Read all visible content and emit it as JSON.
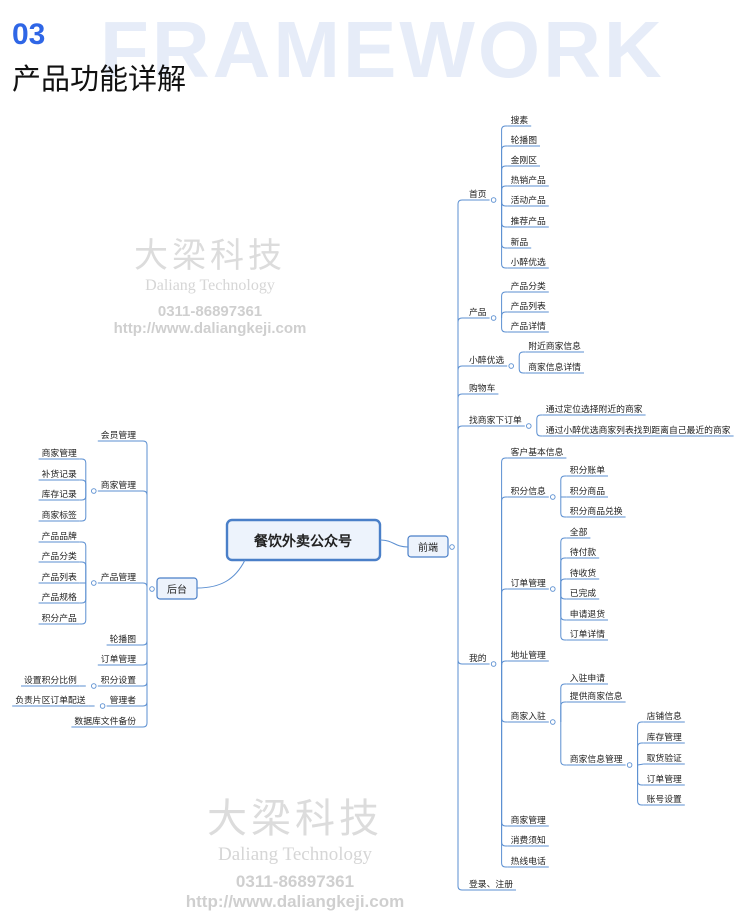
{
  "section": {
    "number": "03",
    "bg_word": "FRAMEWORK",
    "title": "产品功能详解"
  },
  "watermark": {
    "company": "大梁科技",
    "company_en": "Daliang Technology",
    "phone": "0311-86897361",
    "url": "http://www.daliangkeji.com"
  },
  "colors": {
    "accent": "#2f66e6",
    "node_border": "#4a7fc8",
    "line": "#5b8fd1",
    "node_fill": "#edf3fc"
  },
  "mindmap": {
    "root": "餐饮外卖公众号",
    "frontend": {
      "label": "前端",
      "home": {
        "label": "首页",
        "items": [
          "搜素",
          "轮播图",
          "金刚区",
          "热销产品",
          "活动产品",
          "推荐产品",
          "新品",
          "小醉优选"
        ]
      },
      "product": {
        "label": "产品",
        "items": [
          "产品分类",
          "产品列表",
          "产品详情"
        ]
      },
      "youxuan": {
        "label": "小醉优选",
        "items": [
          "附近商家信息",
          "商家信息详情"
        ]
      },
      "cart": "购物车",
      "find_merchant": {
        "label": "找商家下订单",
        "items": [
          "通过定位选择附近的商家",
          "通过小醉优选商家列表找到距离自己最近的商家"
        ]
      },
      "mine": {
        "label": "我的",
        "customer_info": "客户基本信息",
        "points": {
          "label": "积分信息",
          "items": [
            "积分账单",
            "积分商品",
            "积分商品兑换"
          ]
        },
        "orders": {
          "label": "订单管理",
          "items": [
            "全部",
            "待付款",
            "待收货",
            "已完成",
            "申请退货",
            "订单详情"
          ]
        },
        "address": "地址管理",
        "settle": {
          "label": "商家入驻",
          "apply": "入驻申请",
          "provide": "提供商家信息",
          "info_mgmt": {
            "label": "商家信息管理",
            "items": [
              "店铺信息",
              "库存管理",
              "取货验证",
              "订单管理",
              "账号设置"
            ]
          }
        },
        "merchant_mgmt": "商家管理",
        "notice": "消费须知",
        "hotline": "热线电话"
      },
      "login": "登录、注册"
    },
    "backend": {
      "label": "后台",
      "member": "会员管理",
      "merchant": {
        "label": "商家管理",
        "items": [
          "商家管理",
          "补货记录",
          "库存记录",
          "商家标签"
        ]
      },
      "product": {
        "label": "产品管理",
        "items": [
          "产品品牌",
          "产品分类",
          "产品列表",
          "产品规格",
          "积分产品"
        ]
      },
      "banner": "轮播图",
      "order": "订单管理",
      "points_setting": {
        "label": "积分设置",
        "items": [
          "设置积分比例"
        ]
      },
      "admin": {
        "label": "管理者",
        "items": [
          "负责片区订单配送"
        ]
      },
      "backup": "数据库文件备份"
    }
  }
}
